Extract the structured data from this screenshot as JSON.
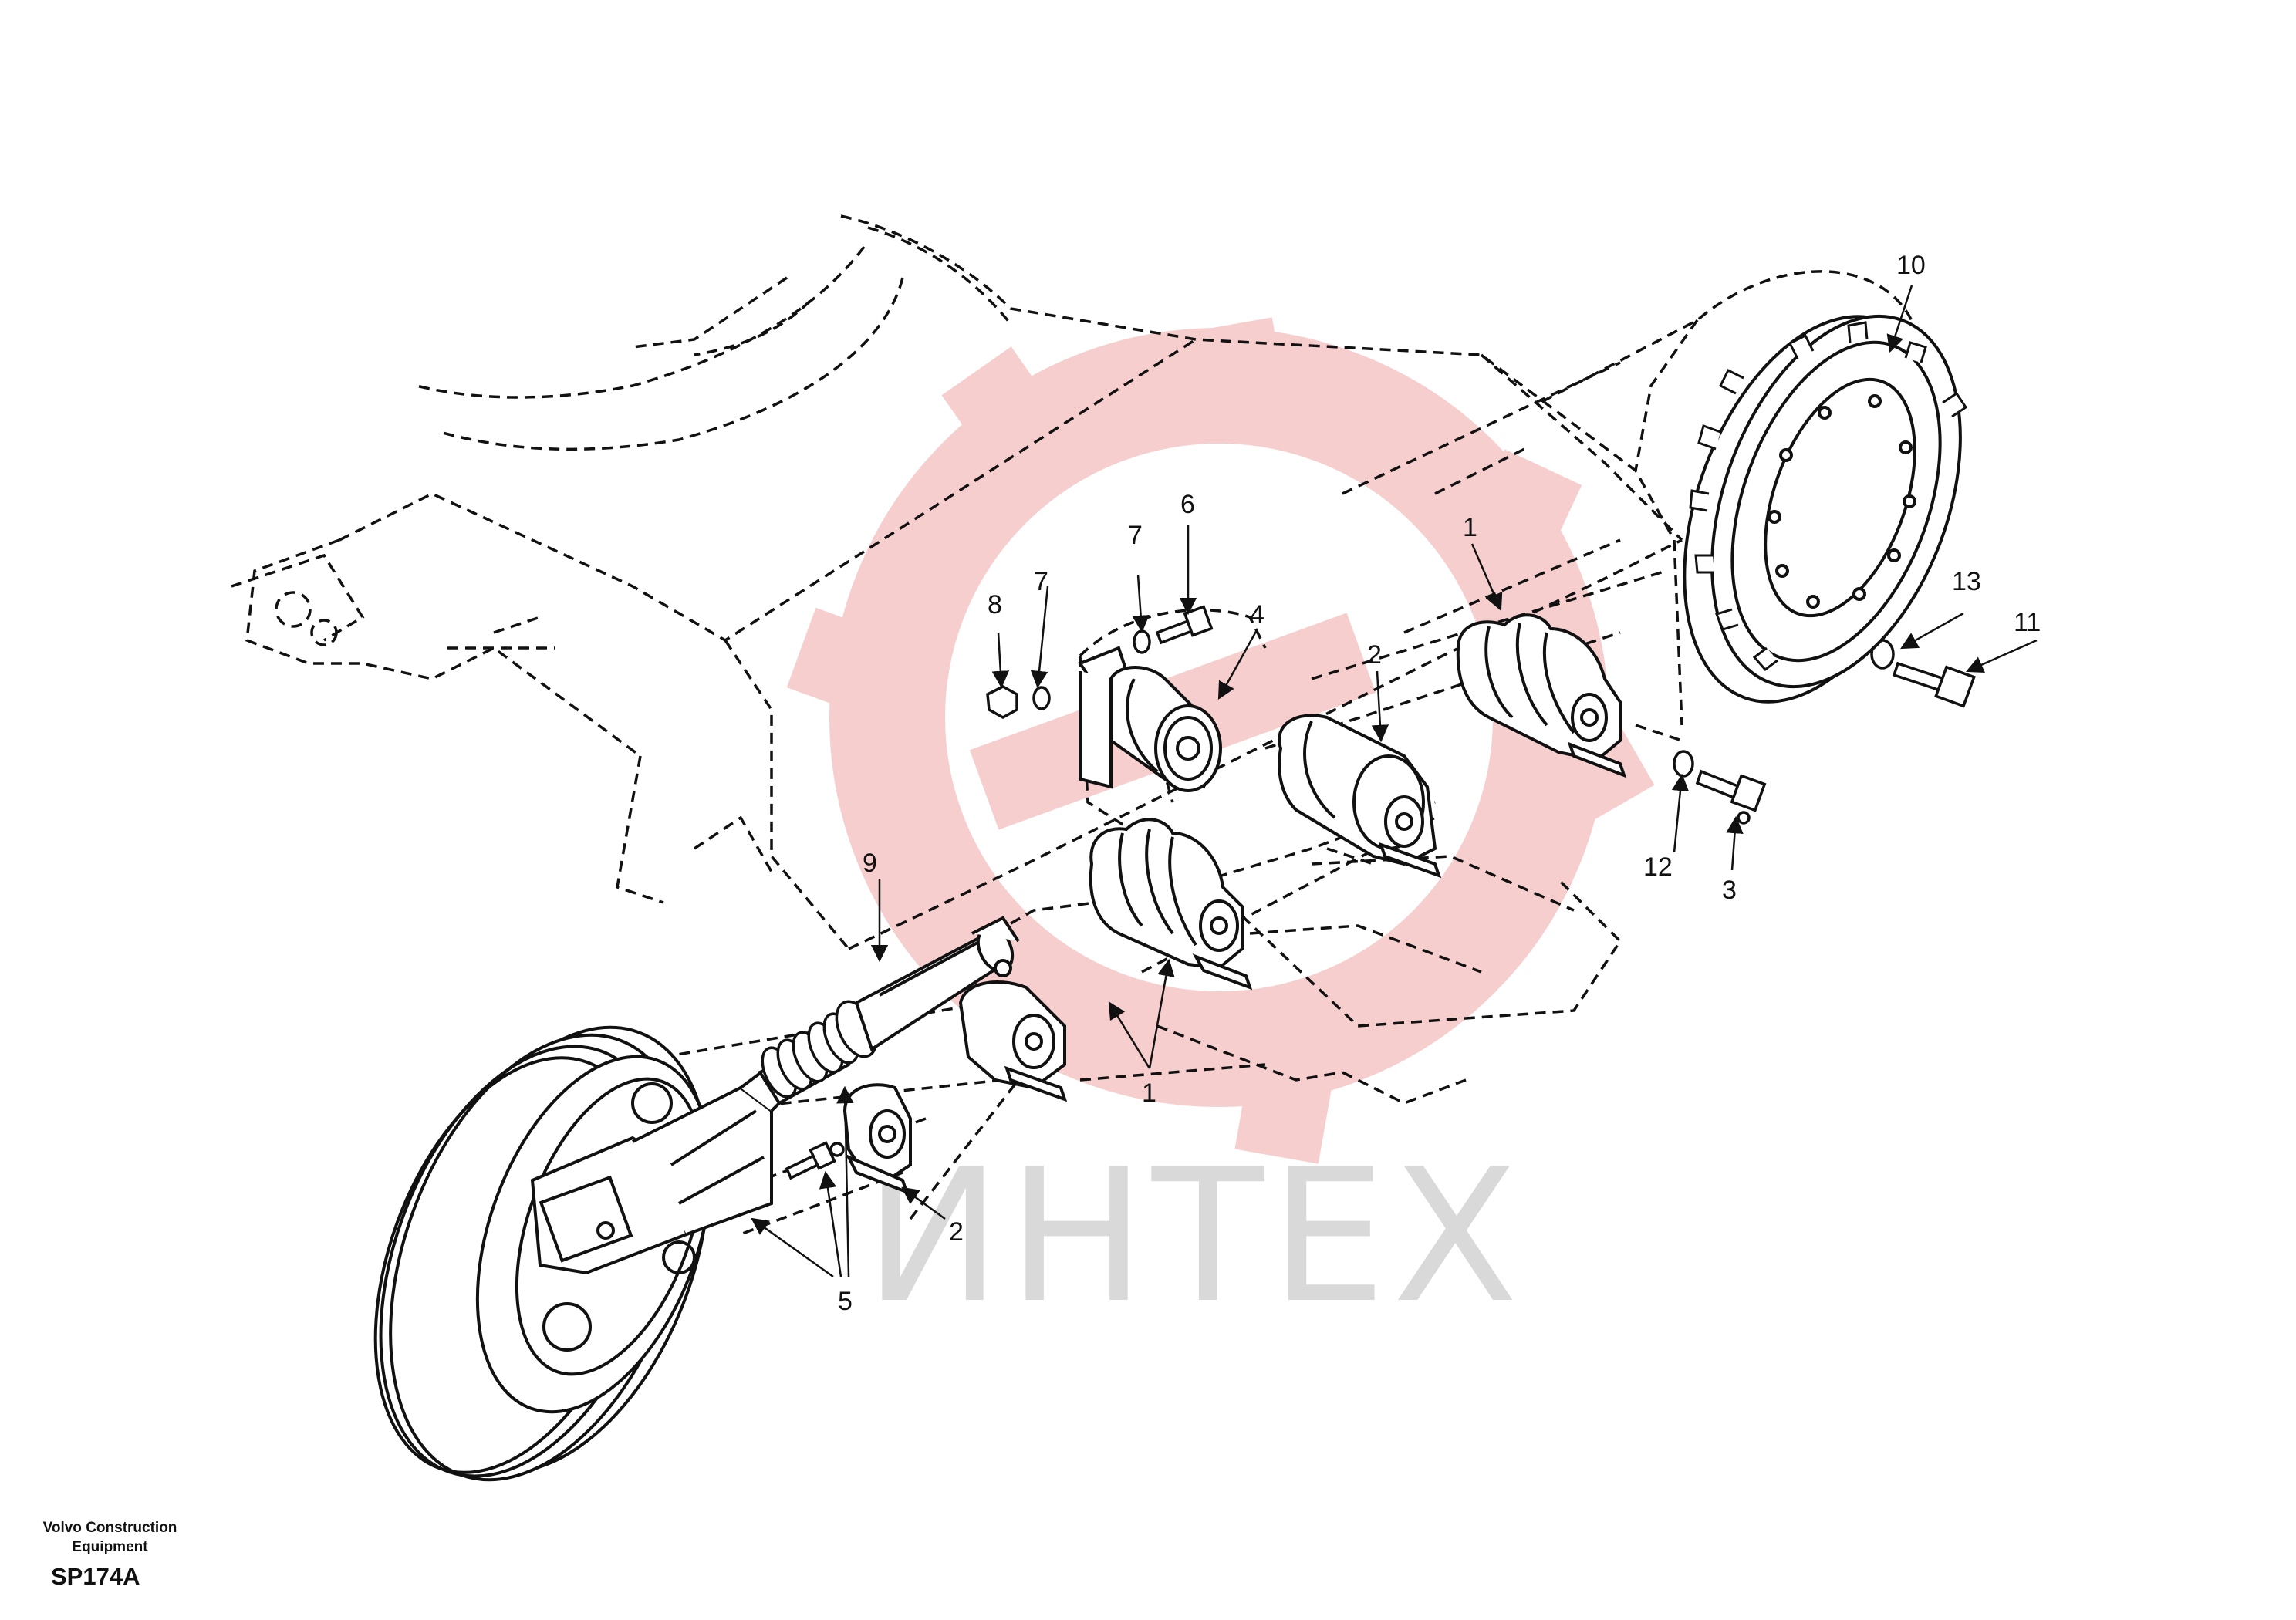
{
  "watermark": {
    "text": "ИНТЕХ",
    "gear_color": "#f3b3b3",
    "text_color": "#d9d9d9"
  },
  "footer": {
    "company": "Volvo Construction Equipment",
    "code": "SP174A"
  },
  "callouts": [
    "1",
    "1",
    "2",
    "2",
    "3",
    "4",
    "5",
    "6",
    "7",
    "7",
    "8",
    "9",
    "10",
    "11",
    "12",
    "13"
  ],
  "colors": {
    "line": "#111111",
    "background": "#ffffff"
  }
}
